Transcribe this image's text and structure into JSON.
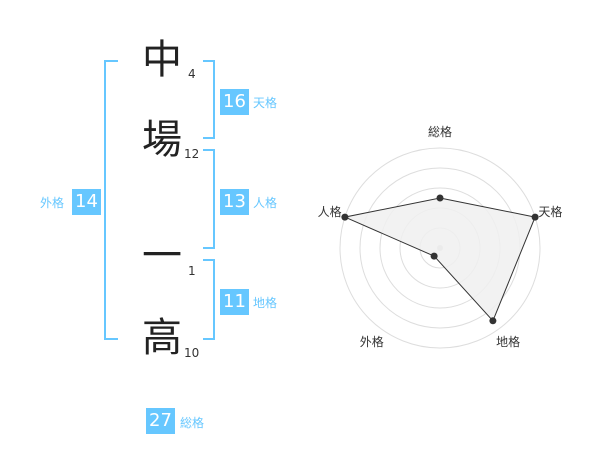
{
  "name": {
    "characters": [
      {
        "char": "中",
        "strokes": "4"
      },
      {
        "char": "場",
        "strokes": "12"
      },
      {
        "char": "一",
        "strokes": "1"
      },
      {
        "char": "高",
        "strokes": "10"
      }
    ]
  },
  "kakusuu": {
    "tenkaku": {
      "value": "16",
      "label": "天格"
    },
    "jinkaku": {
      "value": "13",
      "label": "人格"
    },
    "chikaku": {
      "value": "11",
      "label": "地格"
    },
    "gaikaku": {
      "value": "14",
      "label": "外格"
    },
    "soukaku": {
      "value": "27",
      "label": "総格"
    }
  },
  "chart_data": {
    "type": "radar",
    "axes": [
      "総格",
      "天格",
      "地格",
      "外格",
      "人格"
    ],
    "values": [
      2.5,
      5,
      4.5,
      0.5,
      5
    ],
    "max": 5,
    "rings": 5,
    "colors": {
      "fill": "#f0f0f0",
      "line": "#333333",
      "grid": "#dddddd",
      "accent": "#66c7ff"
    }
  }
}
